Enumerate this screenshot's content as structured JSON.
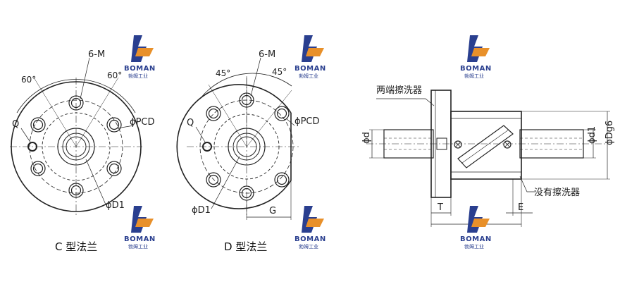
{
  "brand": {
    "name": "BOMAN",
    "subtitle": "勃姆工业",
    "colors": {
      "blue": "#2a3f8f",
      "orange": "#e8902a"
    }
  },
  "c_flange": {
    "caption": "C 型法兰",
    "hole_label": "6-M",
    "angle_left": "60°",
    "angle_right": "60°",
    "q_label": "Q",
    "pcd_label": "ϕPCD",
    "d1_label": "ϕD1"
  },
  "d_flange": {
    "caption": "D 型法兰",
    "hole_label": "6-M",
    "angle_left": "45°",
    "angle_right": "45°",
    "q_label": "Q",
    "pcd_label": "ϕPCD",
    "d1_label": "ϕD1",
    "g_label": "G"
  },
  "side_view": {
    "wiper_both": "两端擦洗器",
    "wiper_none": "没有擦洗器",
    "d_label": "ϕd",
    "d1_label": "ϕd1",
    "dg6_label": "ϕDg6",
    "t_label": "T",
    "e_label": "E"
  }
}
